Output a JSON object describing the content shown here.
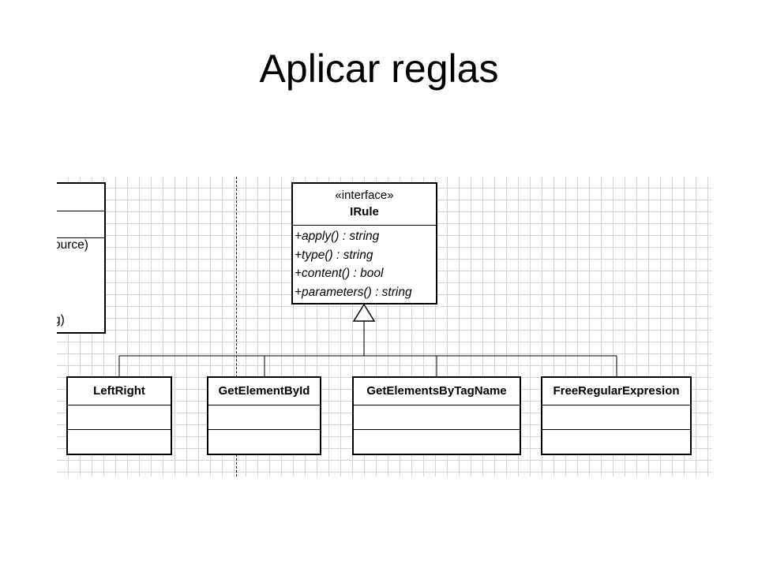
{
  "title": "Aplicar reglas",
  "left_partial_class": {
    "operation_fragments": [
      "ource)",
      "g)"
    ]
  },
  "interface": {
    "stereotype": "«interface»",
    "name": "IRule",
    "operations": [
      "+apply() : string",
      "+type() : string",
      "+content() : bool",
      "+parameters() : string"
    ]
  },
  "classes": [
    {
      "name": "LeftRight"
    },
    {
      "name": "GetElementById"
    },
    {
      "name": "GetElementsByTagName"
    },
    {
      "name": "FreeRegularExpresion"
    }
  ]
}
